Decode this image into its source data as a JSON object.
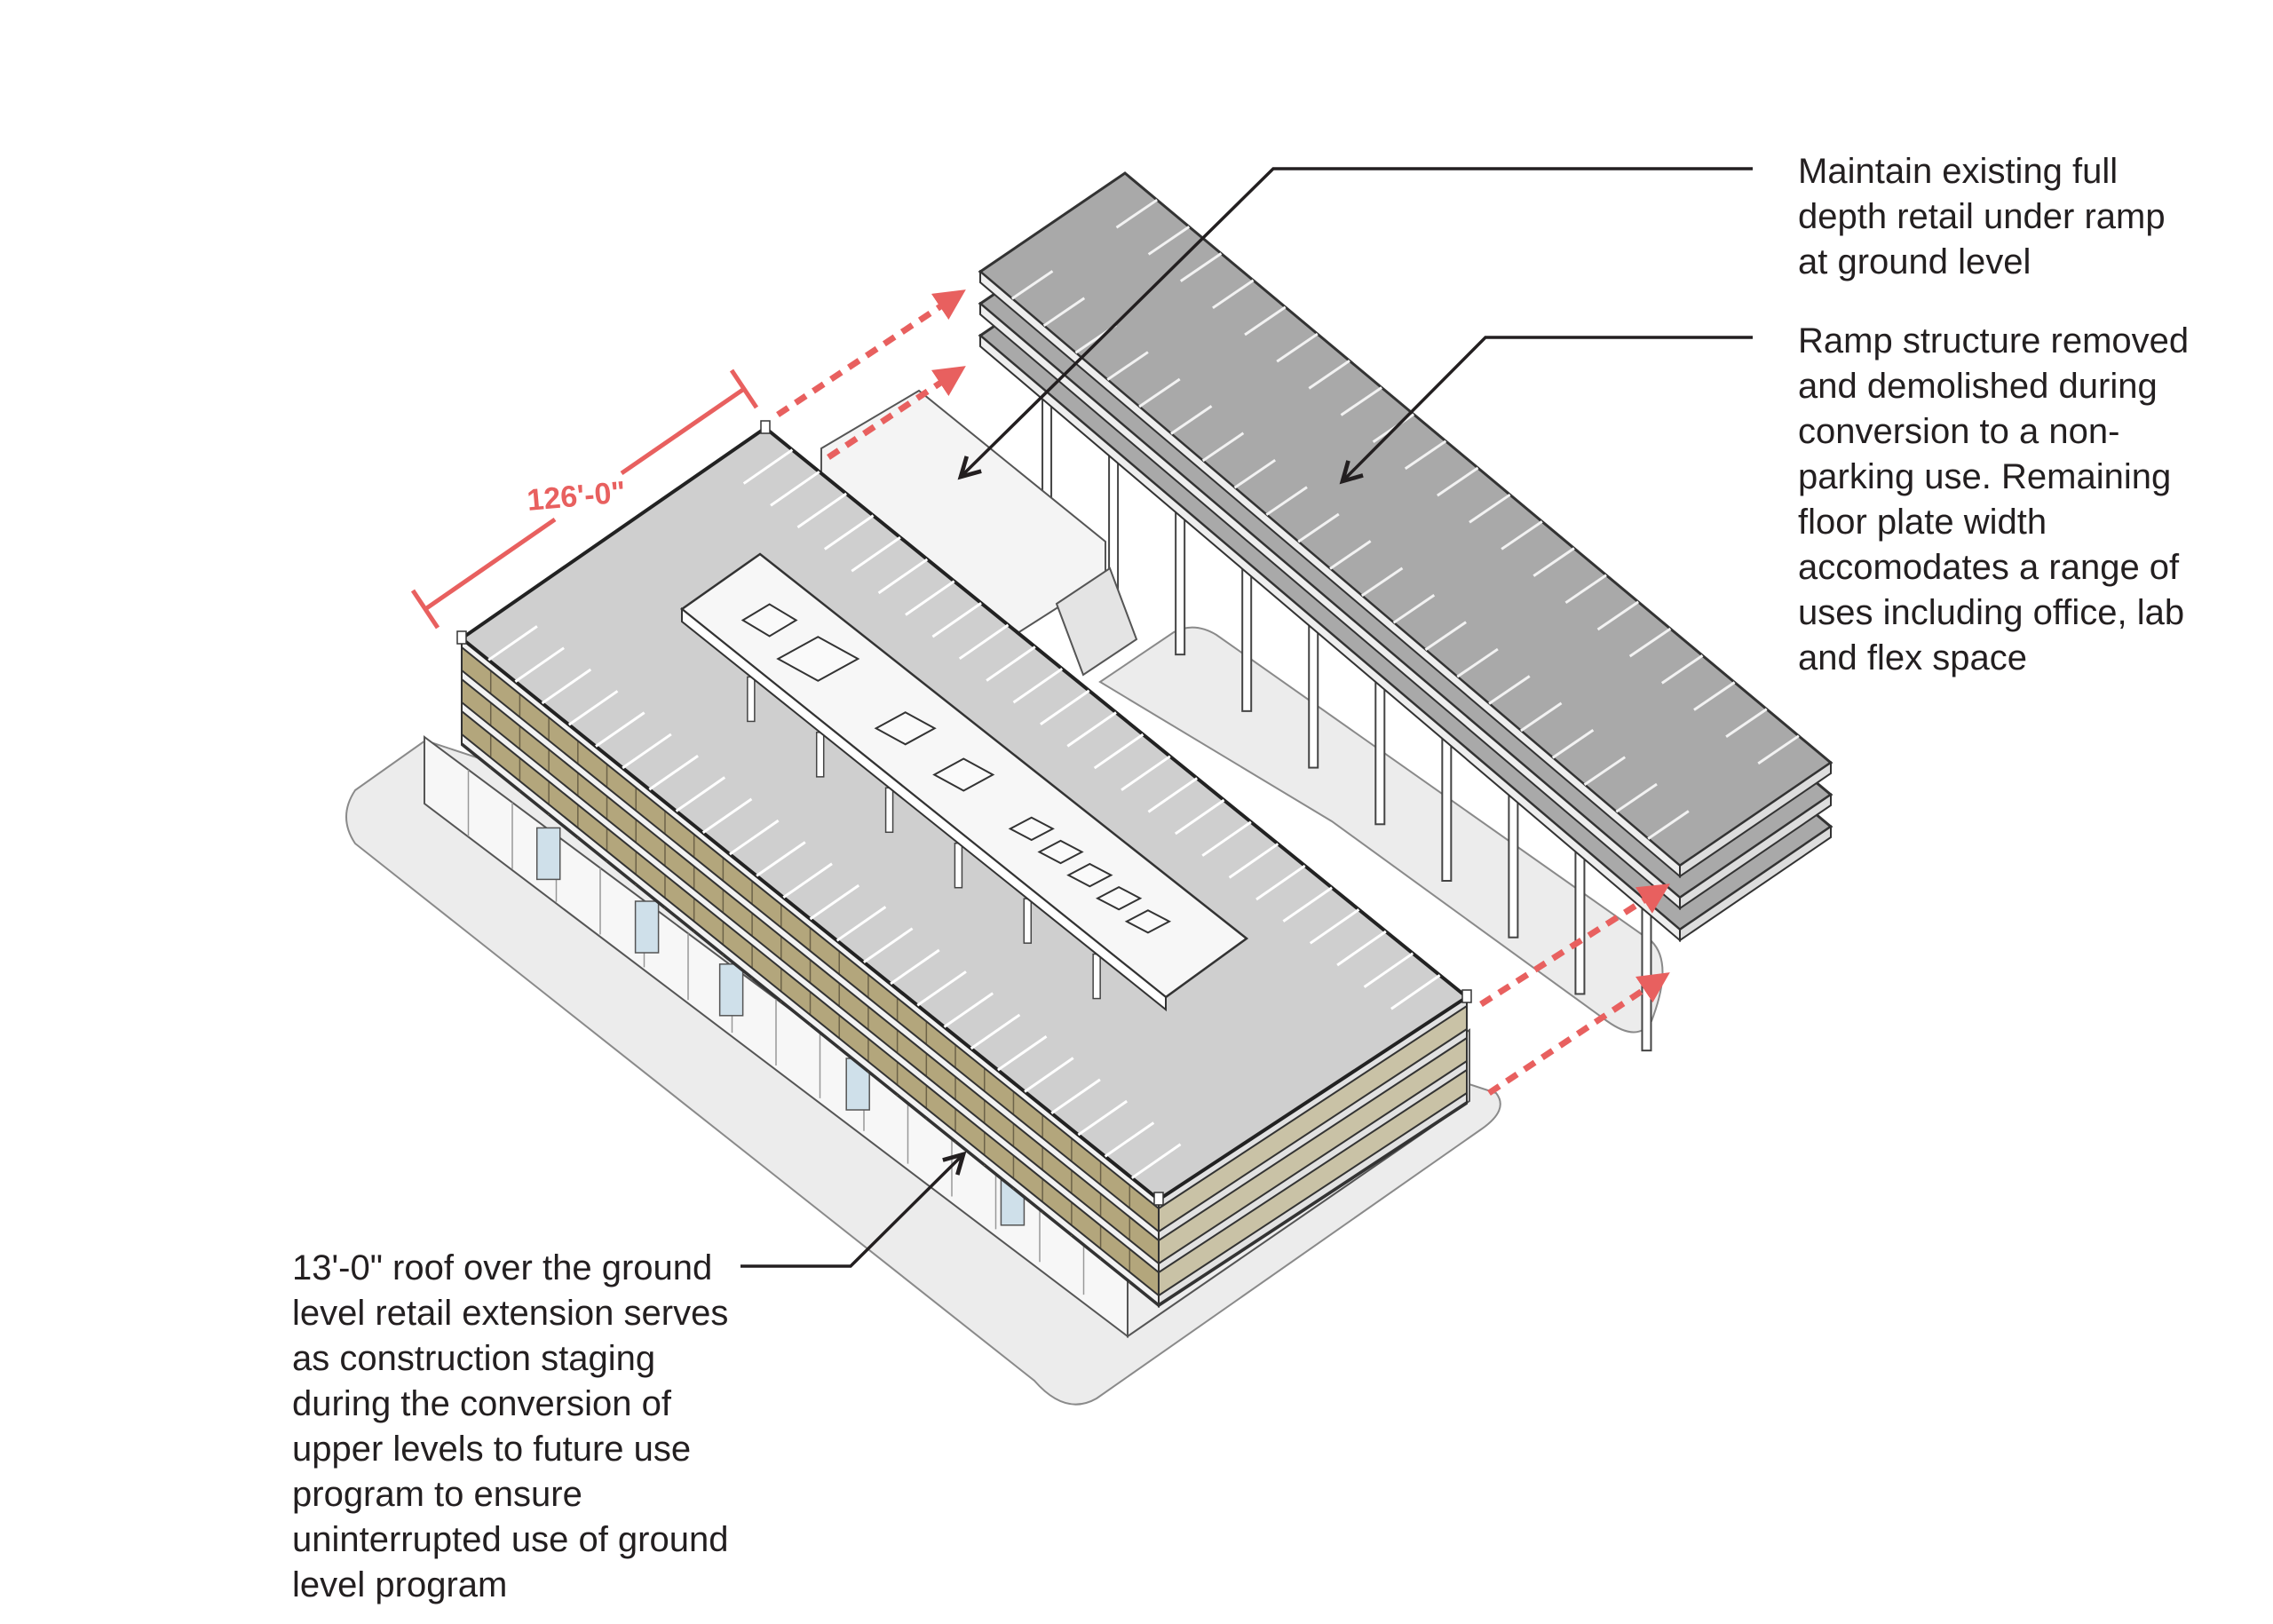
{
  "colors": {
    "accent_red": "#e8605f",
    "roof_grey": "#cfcfcf",
    "ramp_grey": "#a9a9a9",
    "facade_olive": "#b3a67c",
    "paving": "#ececec",
    "ink": "#231f20"
  },
  "dimension": {
    "label": "126'-0\""
  },
  "annotations": {
    "retail": {
      "lines": [
        "Maintain existing full",
        "depth retail under ramp",
        "at ground level"
      ]
    },
    "ramp": {
      "lines": [
        "Ramp structure removed",
        "and demolished during",
        "conversion to a non-",
        "parking use. Remaining",
        "floor plate width",
        "accomodates a range of",
        "uses including office, lab",
        "and flex space"
      ]
    },
    "roof": {
      "lines": [
        "13'-0\" roof over the ground",
        "level retail extension serves",
        "as construction staging",
        "during the conversion of",
        "upper levels to future use",
        "program to ensure",
        "uninterrupted use of ground",
        "level program"
      ]
    }
  }
}
